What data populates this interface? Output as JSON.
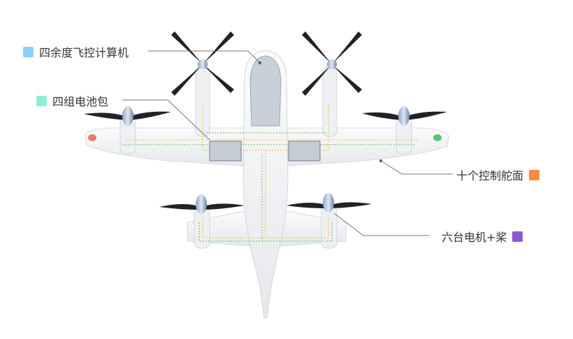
{
  "labels": {
    "flight_computer": {
      "text": "四余度飞控计算机",
      "color": "#8ccffb"
    },
    "battery": {
      "text": "四组电池包",
      "color": "#8eefd8"
    },
    "control_surfaces": {
      "text": "十个控制舵面",
      "color": "#ff8a3d"
    },
    "motors": {
      "text": "六台电机+桨",
      "color": "#8a5ad0"
    }
  }
}
